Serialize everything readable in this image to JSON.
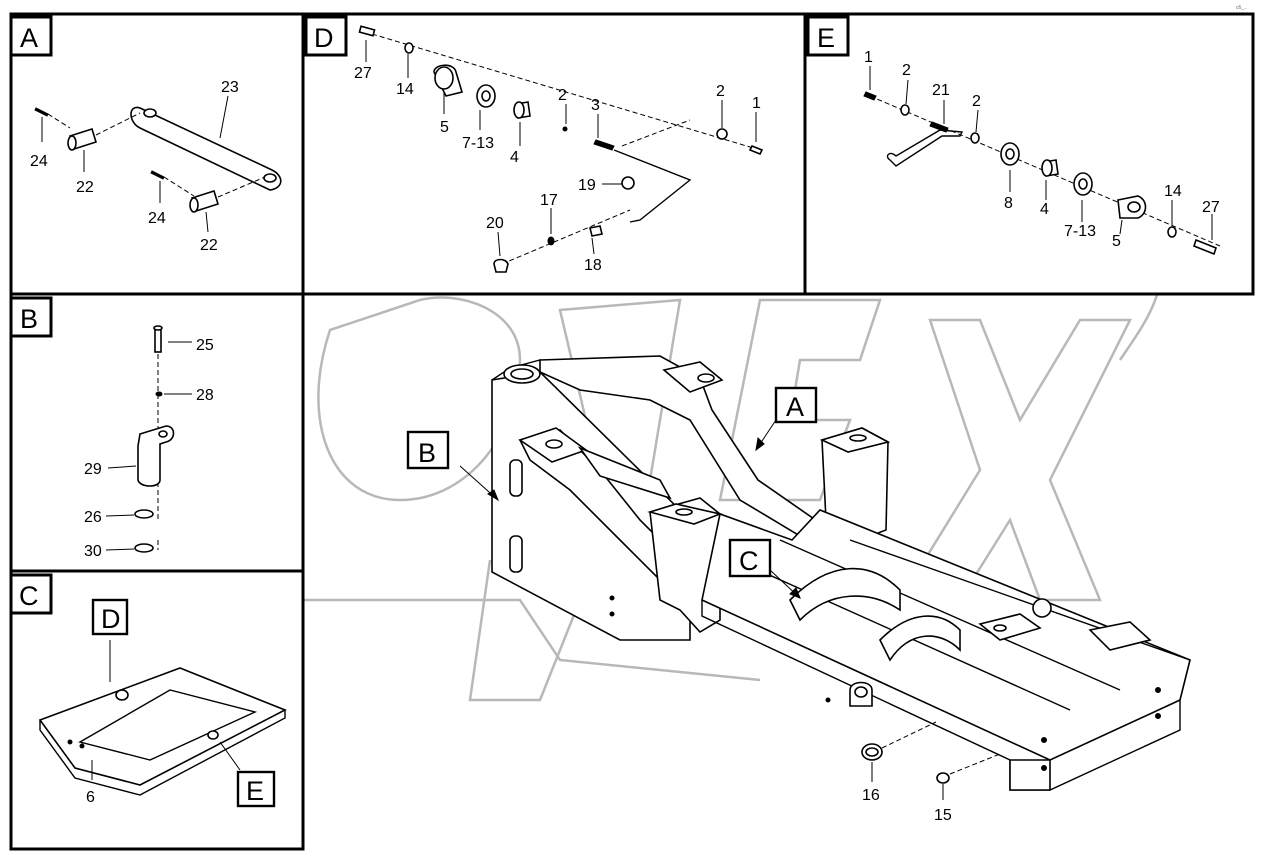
{
  "watermark": {
    "text": "OREX"
  },
  "corner_mark": "c6_..",
  "panels": {
    "A": {
      "letter": "A",
      "callouts": {
        "c23": "23",
        "c24a": "24",
        "c22a": "22",
        "c24b": "24",
        "c22b": "22"
      }
    },
    "B": {
      "letter": "B",
      "callouts": {
        "c25": "25",
        "c28": "28",
        "c29": "29",
        "c26": "26",
        "c30": "30"
      }
    },
    "C": {
      "letter": "C",
      "callouts": {
        "c6": "6"
      },
      "tags": {
        "d": "D",
        "e": "E"
      }
    },
    "D": {
      "letter": "D",
      "callouts": {
        "c27": "27",
        "c14": "14",
        "c5": "5",
        "c713": "7-13",
        "c4": "4",
        "c2a": "2",
        "c3": "3",
        "c2b": "2",
        "c1": "1",
        "c19": "19",
        "c17": "17",
        "c20": "20",
        "c18": "18"
      }
    },
    "E": {
      "letter": "E",
      "callouts": {
        "c1": "1",
        "c2a": "2",
        "c21": "21",
        "c2b": "2",
        "c8": "8",
        "c4": "4",
        "c713": "7-13",
        "c5": "5",
        "c14": "14",
        "c27": "27"
      }
    },
    "main": {
      "tags": {
        "a": "A",
        "b": "B",
        "c": "C"
      },
      "callouts": {
        "c16": "16",
        "c15": "15"
      }
    }
  }
}
